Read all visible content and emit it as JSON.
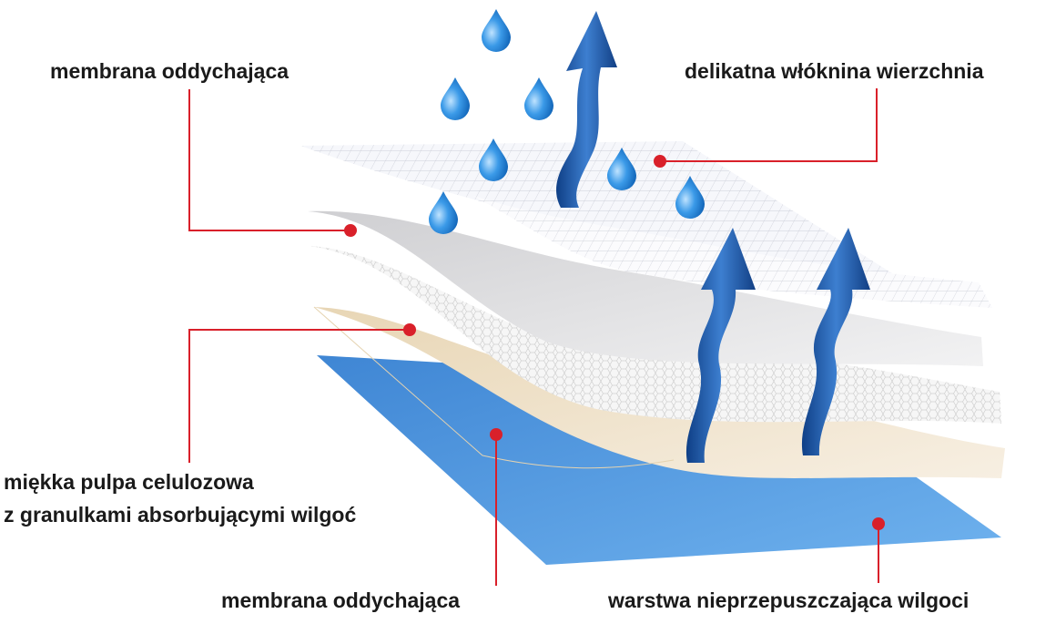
{
  "labels": {
    "top_left": "membrana oddychająca",
    "top_right": "delikatna włóknina wierzchnia",
    "mid_left_line1": "miękka pulpa celulozowa",
    "mid_left_line2": "z granulkami absorbującymi wilgoć",
    "bottom_left": "membrana oddychająca",
    "bottom_right": "warstwa nieprzepuszczająca wilgoci"
  },
  "colors": {
    "leader_line": "#d9202a",
    "water_drop": "#1e7fd8",
    "arrow": "#1d57a8",
    "waterproof_layer": "#4e9be0",
    "pulp_layer": "#efe3cc",
    "membrane_layer": "#e2e2e4",
    "nonwoven_layer": "#f4f5f8"
  },
  "icons": [
    "water-drop-icon",
    "up-arrow-icon"
  ]
}
